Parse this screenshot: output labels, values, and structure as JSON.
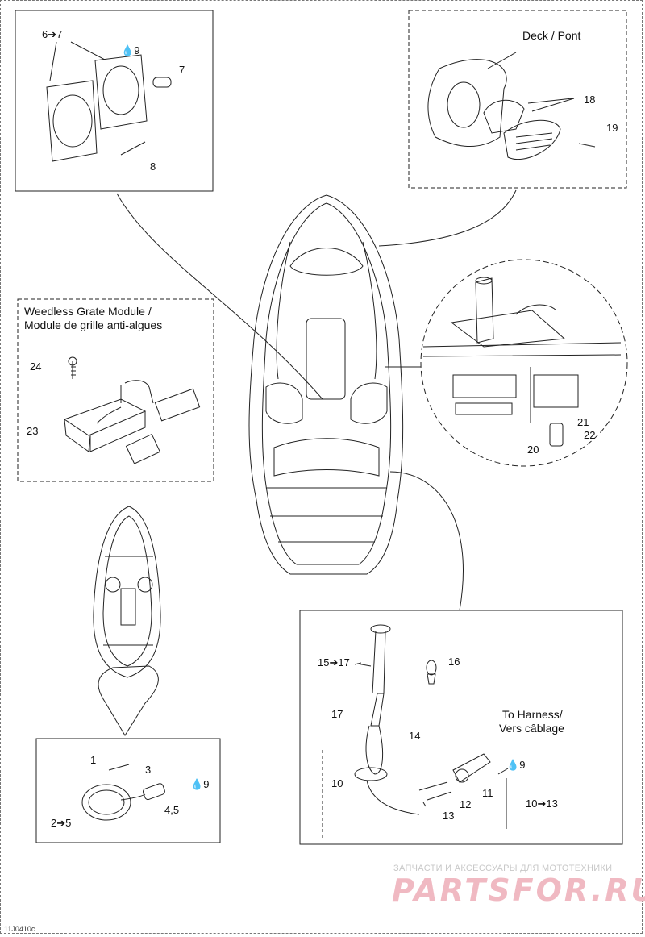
{
  "figure_code": "11J0410c",
  "watermark": {
    "tagline": "ЗАПЧАСТИ И АКСЕССУАРЫ ДЛЯ МОТОТЕХНИКИ",
    "logo": "PARTSFOR.RU"
  },
  "panels": {
    "speaker_detail": {
      "labels": [
        "6➔7",
        "9",
        "7",
        "8"
      ]
    },
    "horn_detail": {
      "title": "Deck / Pont",
      "labels": [
        "18",
        "19"
      ]
    },
    "weedless": {
      "title_en": "Weedless Grate Module /",
      "title_fr": "Module de grille anti-algues",
      "labels": [
        "24",
        "23"
      ]
    },
    "console_detail": {
      "labels": [
        "21",
        "22",
        "20"
      ]
    },
    "bow_light": {
      "labels": [
        "1",
        "3",
        "9",
        "4,5",
        "2➔5"
      ]
    },
    "stern_light": {
      "to_harness_en": "To Harness/",
      "to_harness_fr": "Vers câblage",
      "labels": [
        "15➔17",
        "16",
        "17",
        "14",
        "9",
        "10",
        "11",
        "12",
        "13",
        "10➔13"
      ]
    }
  },
  "colors": {
    "line": "#222222",
    "watermark": "#f0b9c2"
  }
}
